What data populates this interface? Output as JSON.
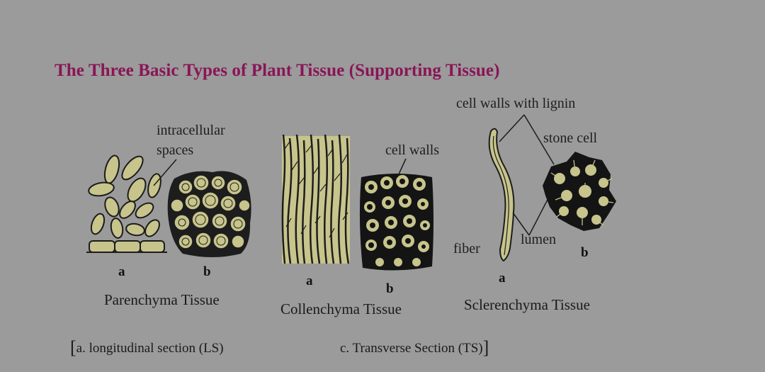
{
  "title": "The Three Basic Types of Plant Tissue (Supporting Tissue)",
  "colors": {
    "title": "#8a1556",
    "background": "#9b9b9b",
    "cell_fill": "#c7c48c",
    "outline": "#1c1c1c"
  },
  "parenchyma": {
    "label_line1": "intracellular",
    "label_line2": "spaces",
    "letter_a": "a",
    "letter_b": "b",
    "caption": "Parenchyma Tissue"
  },
  "collenchyma": {
    "label": "cell walls",
    "letter_a": "a",
    "letter_b": "b",
    "caption": "Collenchyma Tissue"
  },
  "sclerenchyma": {
    "label_lignin": "cell walls with lignin",
    "label_stone": "stone cell",
    "label_fiber": "fiber",
    "label_lumen": "lumen",
    "letter_a": "a",
    "letter_b": "b",
    "caption": "Sclerenchyma Tissue"
  },
  "footer": {
    "bracket_open": "[",
    "left_note": "a. longitudinal section (LS)",
    "right_note": "c. Transverse Section (TS)",
    "bracket_close": "]"
  }
}
